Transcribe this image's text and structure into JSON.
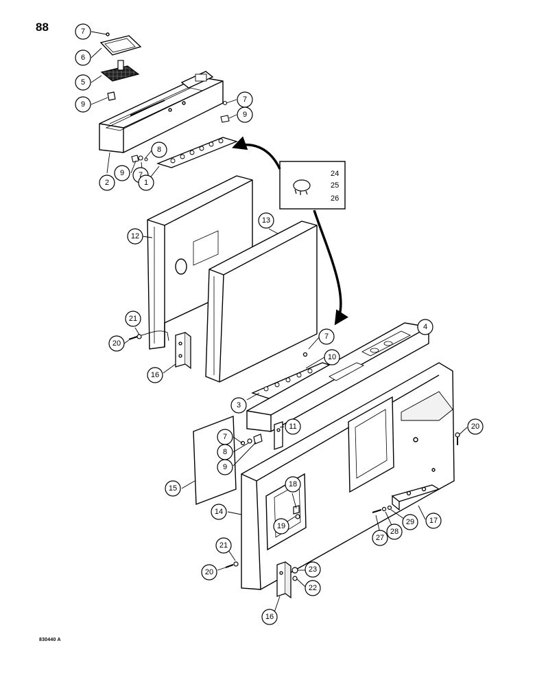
{
  "page": {
    "number": "88",
    "figure_code": "830440 A"
  },
  "callouts": [
    "1",
    "2",
    "3",
    "4",
    "5",
    "6",
    "7",
    "8",
    "9",
    "10",
    "11",
    "12",
    "13",
    "14",
    "15",
    "16",
    "17",
    "18",
    "19",
    "20",
    "21",
    "22",
    "23",
    "24",
    "25",
    "26",
    "27",
    "28",
    "29"
  ],
  "inset": {
    "labels": [
      "24",
      "25",
      "26"
    ]
  }
}
